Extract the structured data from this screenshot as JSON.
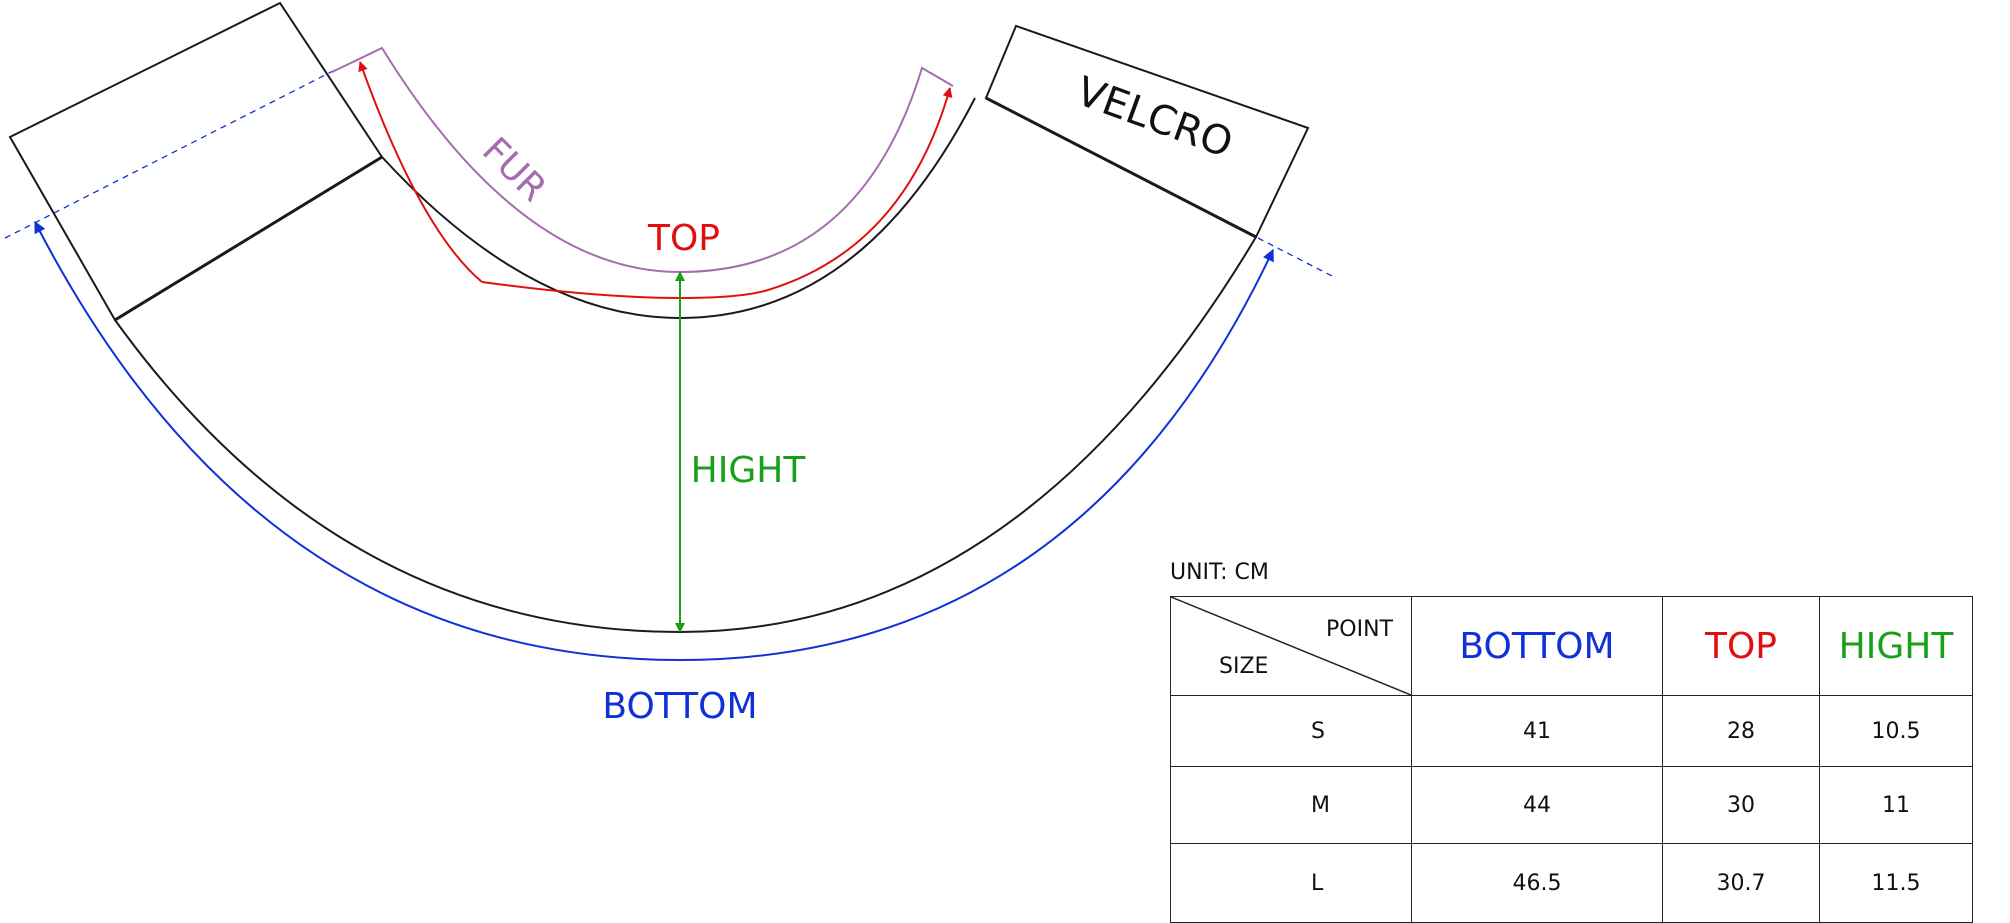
{
  "diagram": {
    "velcro_label": "VELCRO",
    "fur_label": "FUR",
    "top_label": "TOP",
    "hight_label": "HIGHT",
    "bottom_label": "BOTTOM"
  },
  "colors": {
    "outline": "#1a1a1a",
    "fur": "#a56cb0",
    "top": "#e01010",
    "hight": "#18a018",
    "bottom": "#1030d8"
  },
  "table": {
    "unit": "UNIT: CM",
    "corner_point": "POINT",
    "corner_size": "SIZE",
    "headers": {
      "bottom": "BOTTOM",
      "top": "TOP",
      "hight": "HIGHT"
    },
    "rows": [
      {
        "size": "S",
        "bottom": "41",
        "top": "28",
        "hight": "10.5"
      },
      {
        "size": "M",
        "bottom": "44",
        "top": "30",
        "hight": "11"
      },
      {
        "size": "L",
        "bottom": "46.5",
        "top": "30.7",
        "hight": "11.5"
      }
    ]
  }
}
